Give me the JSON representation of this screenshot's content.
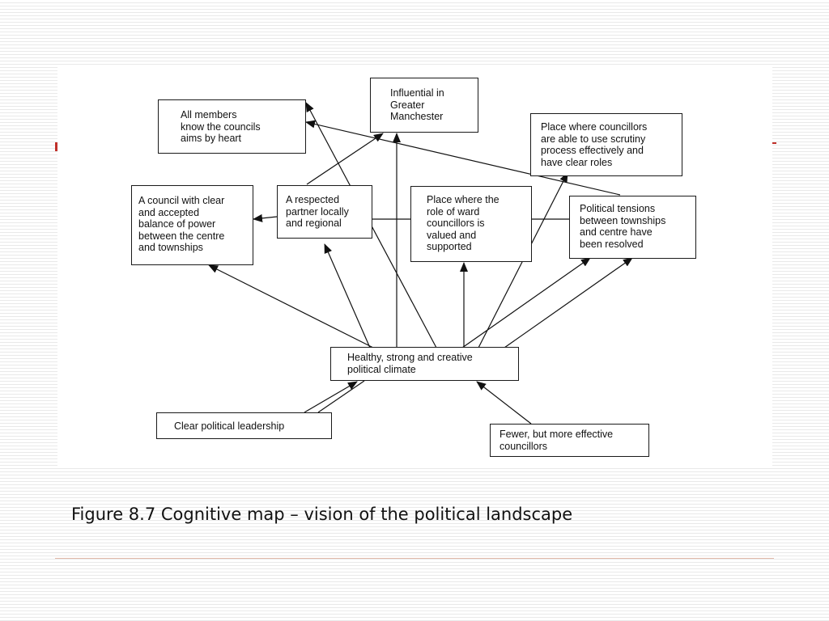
{
  "slide": {
    "caption": "Figure 8.7 Cognitive map – vision of the political landscape"
  },
  "diagram": {
    "nodes": {
      "influential": "Influential in\nGreater\nManchester",
      "all_members": "All members\nknow the councils\naims by heart",
      "scrutiny": "Place where councillors\nare able to use scrutiny\nprocess effectively and\nhave clear roles",
      "balance": "A council with clear\nand accepted\nbalance of power\nbetween the centre\nand townships",
      "respected": "A respected\npartner locally\nand regional",
      "ward_role": "Place where the\nrole of ward\ncouncillors is\nvalued and\nsupported",
      "tensions": "Political tensions\nbetween townships\nand centre have\nbeen resolved",
      "climate": "Healthy, strong and creative\npolitical climate",
      "leadership": "Clear political leadership",
      "fewer": "Fewer, but more effective\ncouncillors"
    }
  }
}
